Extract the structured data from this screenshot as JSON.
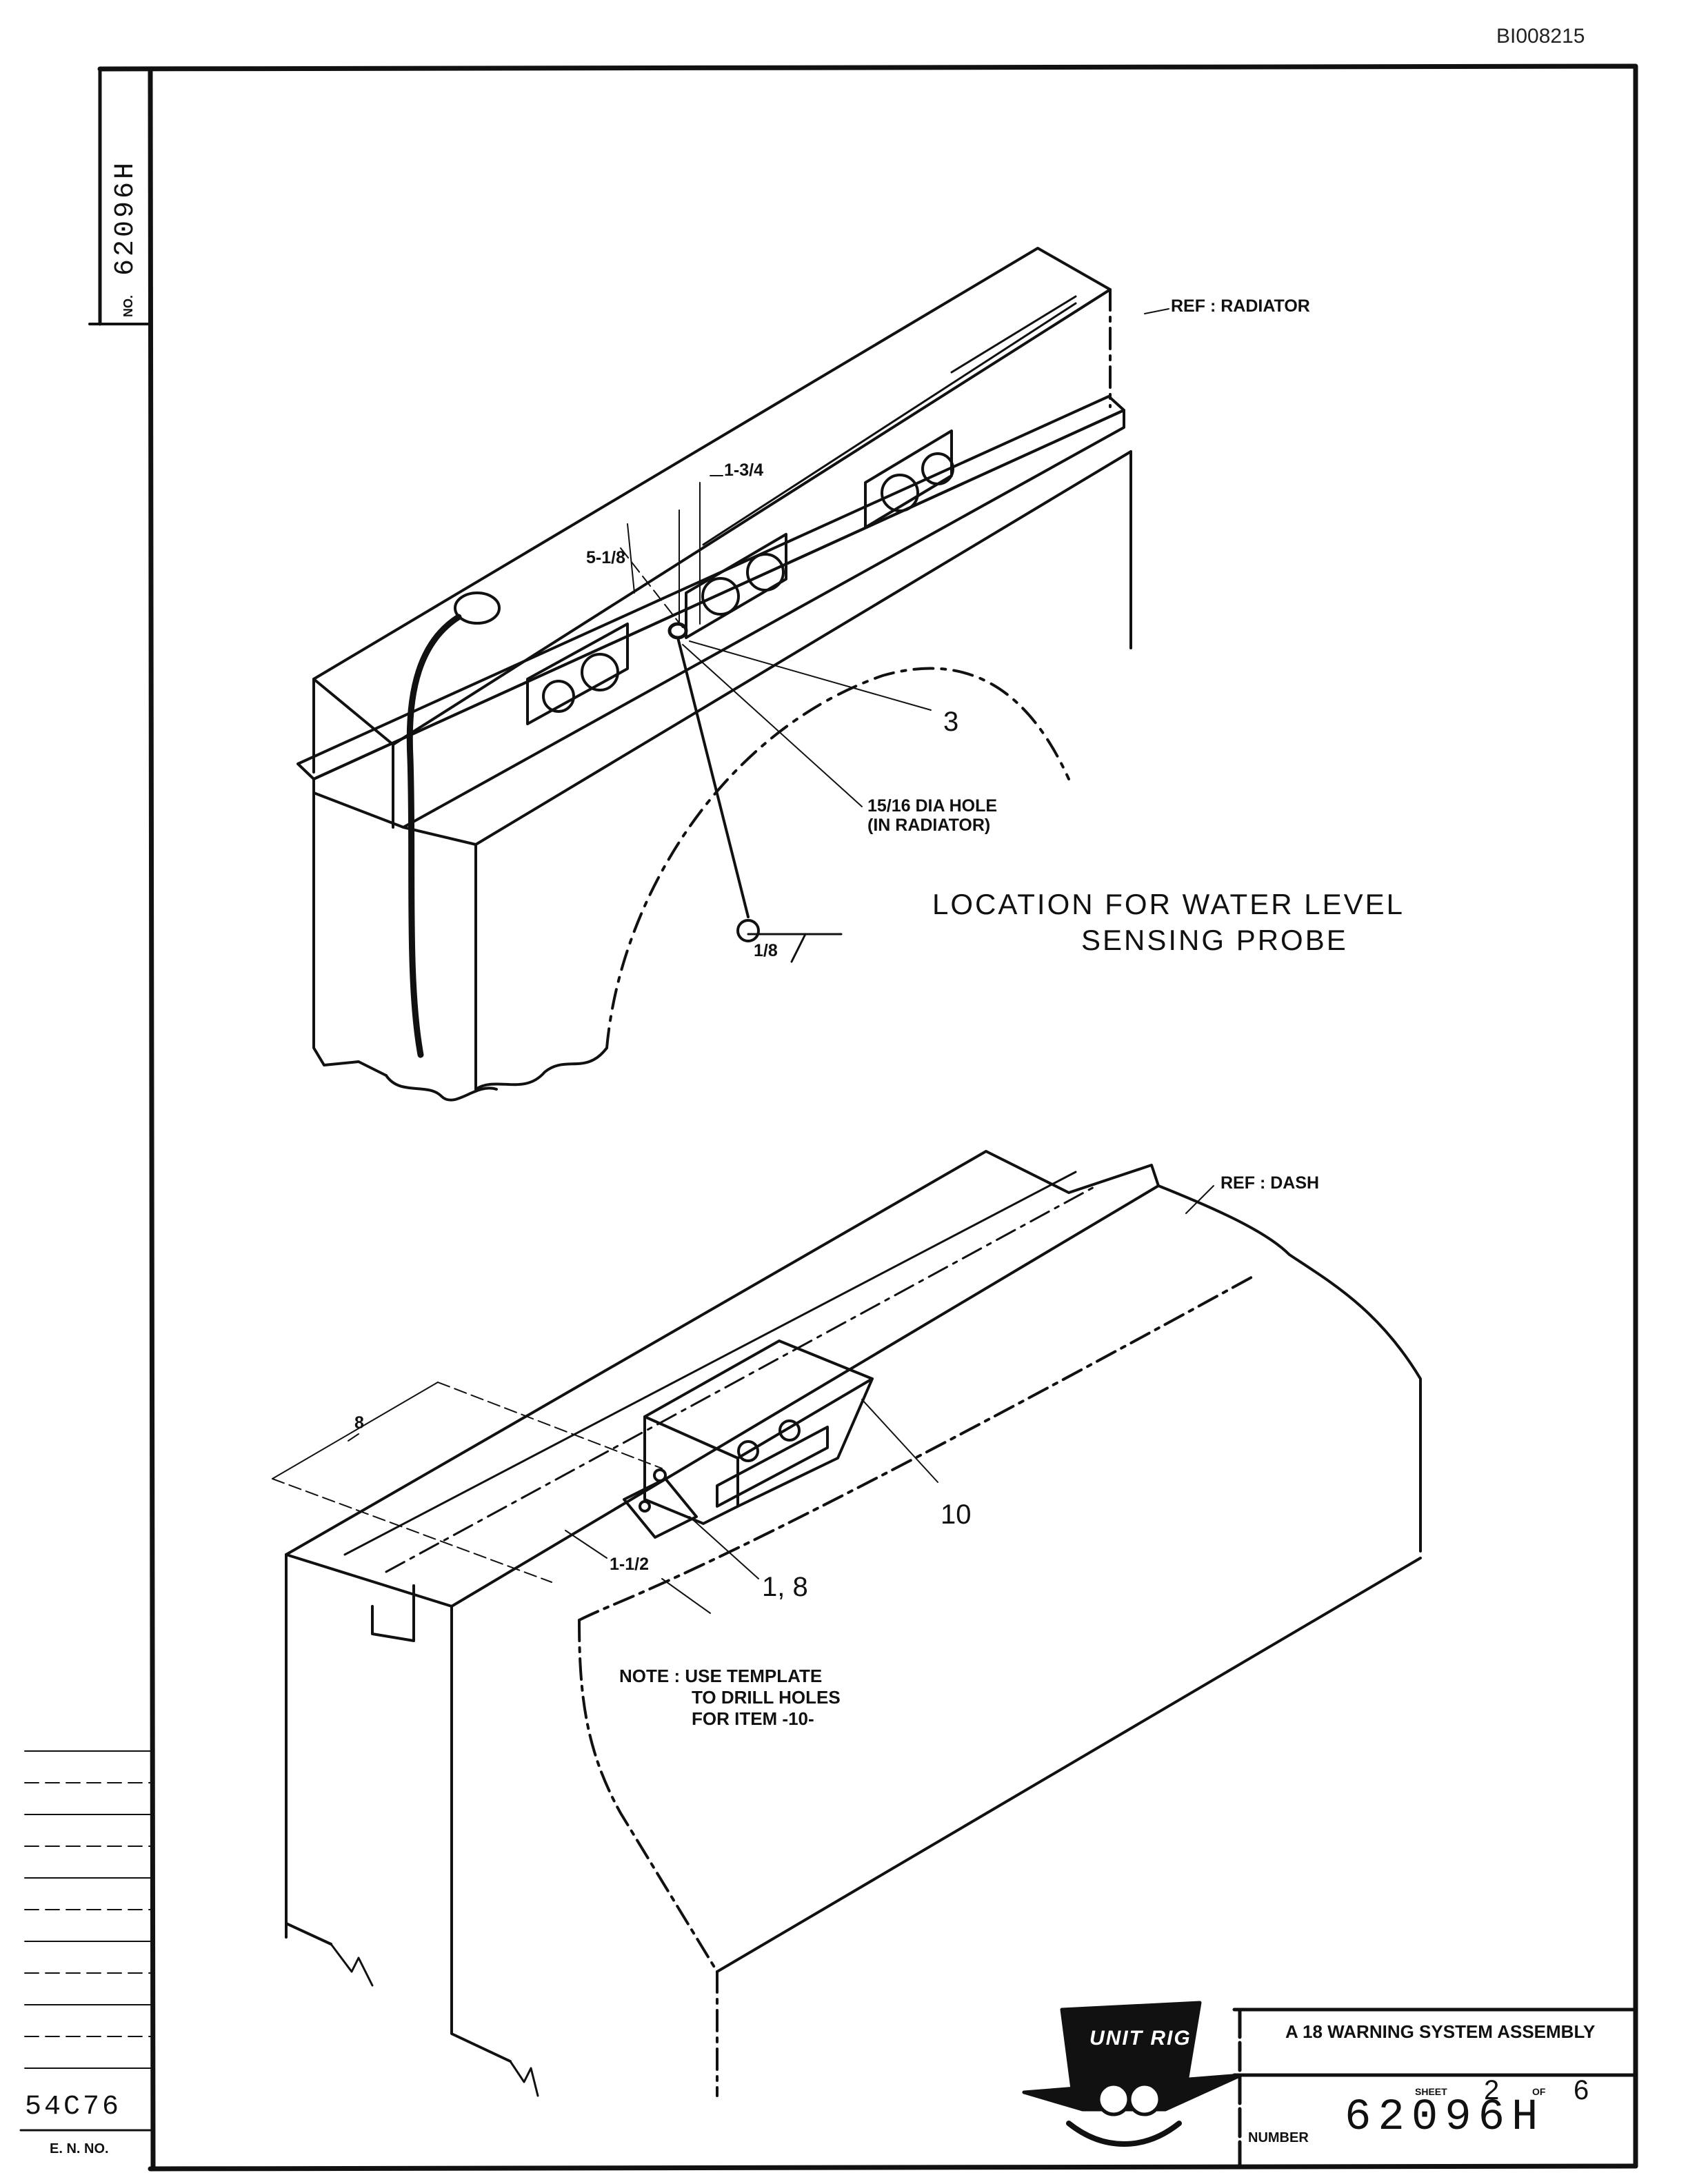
{
  "document_id": "BI008215",
  "drawing_number_vertical": "62096H",
  "drawing_number_prefix": "NO.",
  "top_view": {
    "ref_label": "REF : RADIATOR",
    "dim_horizontal": "1-3/4",
    "dim_vertical": "5-1/8",
    "hole_note_line1": "15/16 DIA HOLE",
    "hole_note_line2": "(IN RADIATOR)",
    "item_number": "3",
    "weld_symbol_label": "1/8",
    "caption_line1": "LOCATION FOR WATER LEVEL",
    "caption_line2": "SENSING PROBE"
  },
  "bottom_view": {
    "ref_label": "REF : DASH",
    "dim_8": "8",
    "dim_1_1_2": "1-1/2",
    "item_number_10": "10",
    "item_number_1_8": "1, 8",
    "note_line1": "NOTE :  USE   TEMPLATE",
    "note_line2": "TO  DRILL  HOLES",
    "note_line3": "FOR  ITEM -10-"
  },
  "title_block": {
    "logo_text": "UNIT RIG",
    "title": "A 18   WARNING  SYSTEM  ASSEMBLY",
    "sheet_label": "SHEET",
    "sheet_number": "2",
    "of_label": "OF",
    "sheet_total": "6",
    "number_label": "NUMBER",
    "number": "62096H"
  },
  "revision_block": {
    "en_number": "54C76",
    "en_label": "E. N. NO."
  }
}
